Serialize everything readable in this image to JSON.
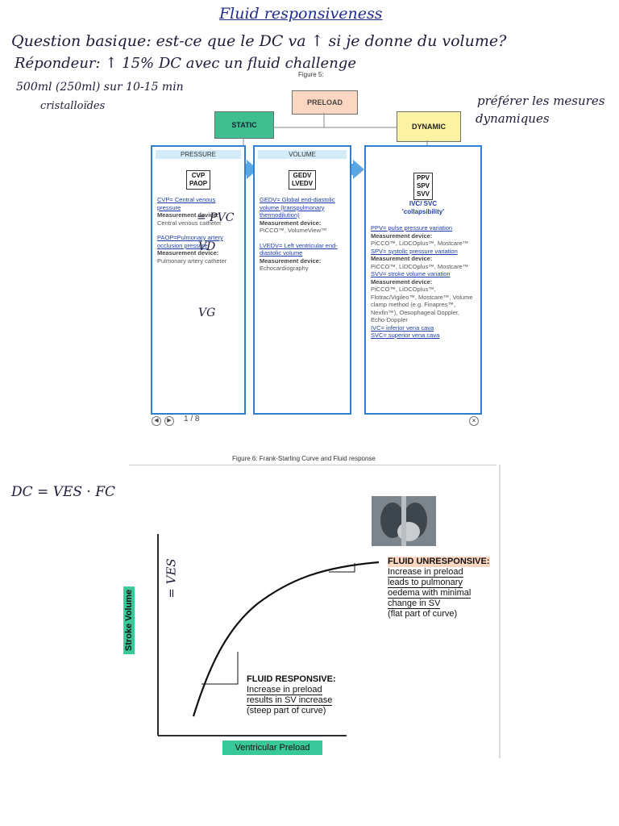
{
  "notes": {
    "title": "Fluid responsiveness",
    "question": "Question basique: est-ce que le DC va ↑ si je donne du volume?",
    "answer": "Répondeur: ↑ 15% DC avec un fluid challenge",
    "volume": "500ml (250ml) sur 10-15 min",
    "crystalloids": "cristalloïdes",
    "prefer_1": "préférer les mesures",
    "prefer_2": "dynamiques",
    "dc_formula": "DC = VES · FC",
    "pvc": "= PVC",
    "ud": "VD",
    "vg": "VG",
    "y_hand": "= VES"
  },
  "figure5": {
    "caption": "Figure 5:",
    "preload": "PRELOAD",
    "static": "STATIC",
    "dynamic": "DYNAMIC",
    "pressure": {
      "header": "PRESSURE",
      "abbr1": "CVP",
      "abbr2": "PAOP",
      "cvp_def": "CVP= Central venous pressure",
      "mdev": "Measurement device:",
      "cvp_dev": "Central venous catheter",
      "paop_def": "PAOP=Pulmonary artery occlusion pressure",
      "paop_dev": "Pulmonary artery catheter"
    },
    "volume": {
      "header": "VOLUME",
      "abbr1": "GEDV",
      "abbr2": "LVEDV",
      "gedv_def": "GEDV= Global end-diastolic volume (transpulmonary thermodilution)",
      "mdev": "Measurement device:",
      "gedv_dev": "PiCCO™, VolumeView™",
      "lvedv_def": "LVEDV= Left ventricular end- diastolic volume",
      "lvedv_dev": "Echocardiography"
    },
    "dynamic_panel": {
      "abbr1": "PPV",
      "abbr2": "SPV",
      "abbr3": "SVV",
      "abbr4": "IVC/ SVC",
      "abbr5": "'collapsibility'",
      "ppv_def": "PPV= pulse pressure variation",
      "mdev": "Measurement device:",
      "ppv_dev": "PiCCO™, LiDCOplus™, Mostcare™",
      "spv_def": "SPV= systolic pressure variation",
      "spv_dev": "PiCCO™, LiDCOplus™, Mostcare™",
      "svv_def": "SVV= stroke volume variation",
      "svv_dev": "PiCCO™, LiDCOplus™, Flotrac/Vigileo™, Mostcare™, Volume clamp method (e.g. Finapres™, Nexfin™), Oesophageal Doppler, Echo-Doppler",
      "ivc_def": "IVC= inferior vena cava",
      "svc_def": "SVC= superior vena cava"
    },
    "pager": "1 / 8"
  },
  "figure6": {
    "caption": "Figure 6: Frank-Starling Curve and Fluid response",
    "unresponsive_title": "FLUID UNRESPONSIVE:",
    "unresponsive_1": "Increase in preload",
    "unresponsive_2": "leads to pulmonary",
    "unresponsive_3": "oedema with minimal",
    "unresponsive_4": "change in SV",
    "unresponsive_5": "(flat part of curve)",
    "responsive_title": "FLUID RESPONSIVE:",
    "responsive_1": "Increase in preload",
    "responsive_2": "results in SV increase",
    "responsive_3": "(steep part of curve)",
    "xlabel": "Ventricular Preload",
    "ylabel": "Stroke Volume"
  },
  "colors": {
    "panel_border": "#2f7fd0",
    "static_green": "#3fbf8f",
    "dynamic_yellow": "#fbf2a2",
    "preload_peach": "#fbd6c0",
    "ink": "#1d1d3a"
  }
}
